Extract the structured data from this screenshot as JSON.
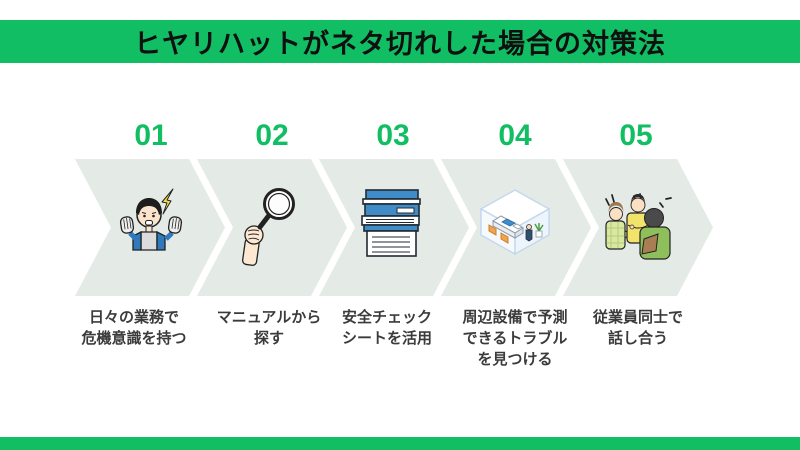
{
  "colors": {
    "accent_green": "#11be64",
    "chevron_fill": "#e4eae6",
    "header_text": "#101010",
    "label_text": "#3b3b3b"
  },
  "header": {
    "title": "ヒヤリハットがネタ切れした場合の対策法"
  },
  "steps": [
    {
      "number": "01",
      "icon": "surprised-man-icon",
      "label_lines": [
        "日々の業務で",
        "危機意識を持つ"
      ]
    },
    {
      "number": "02",
      "icon": "magnifying-glass-hand-icon",
      "label_lines": [
        "マニュアルから",
        "探す"
      ]
    },
    {
      "number": "03",
      "icon": "book-stack-icon",
      "label_lines": [
        "安全チェック",
        "シートを活用"
      ]
    },
    {
      "number": "04",
      "icon": "isometric-office-icon",
      "label_lines": [
        "周辺設備で予測",
        "できるトラブル",
        "を見つける"
      ]
    },
    {
      "number": "05",
      "icon": "people-discussion-icon",
      "label_lines": [
        "従業員同士で",
        "話し合う"
      ]
    }
  ]
}
